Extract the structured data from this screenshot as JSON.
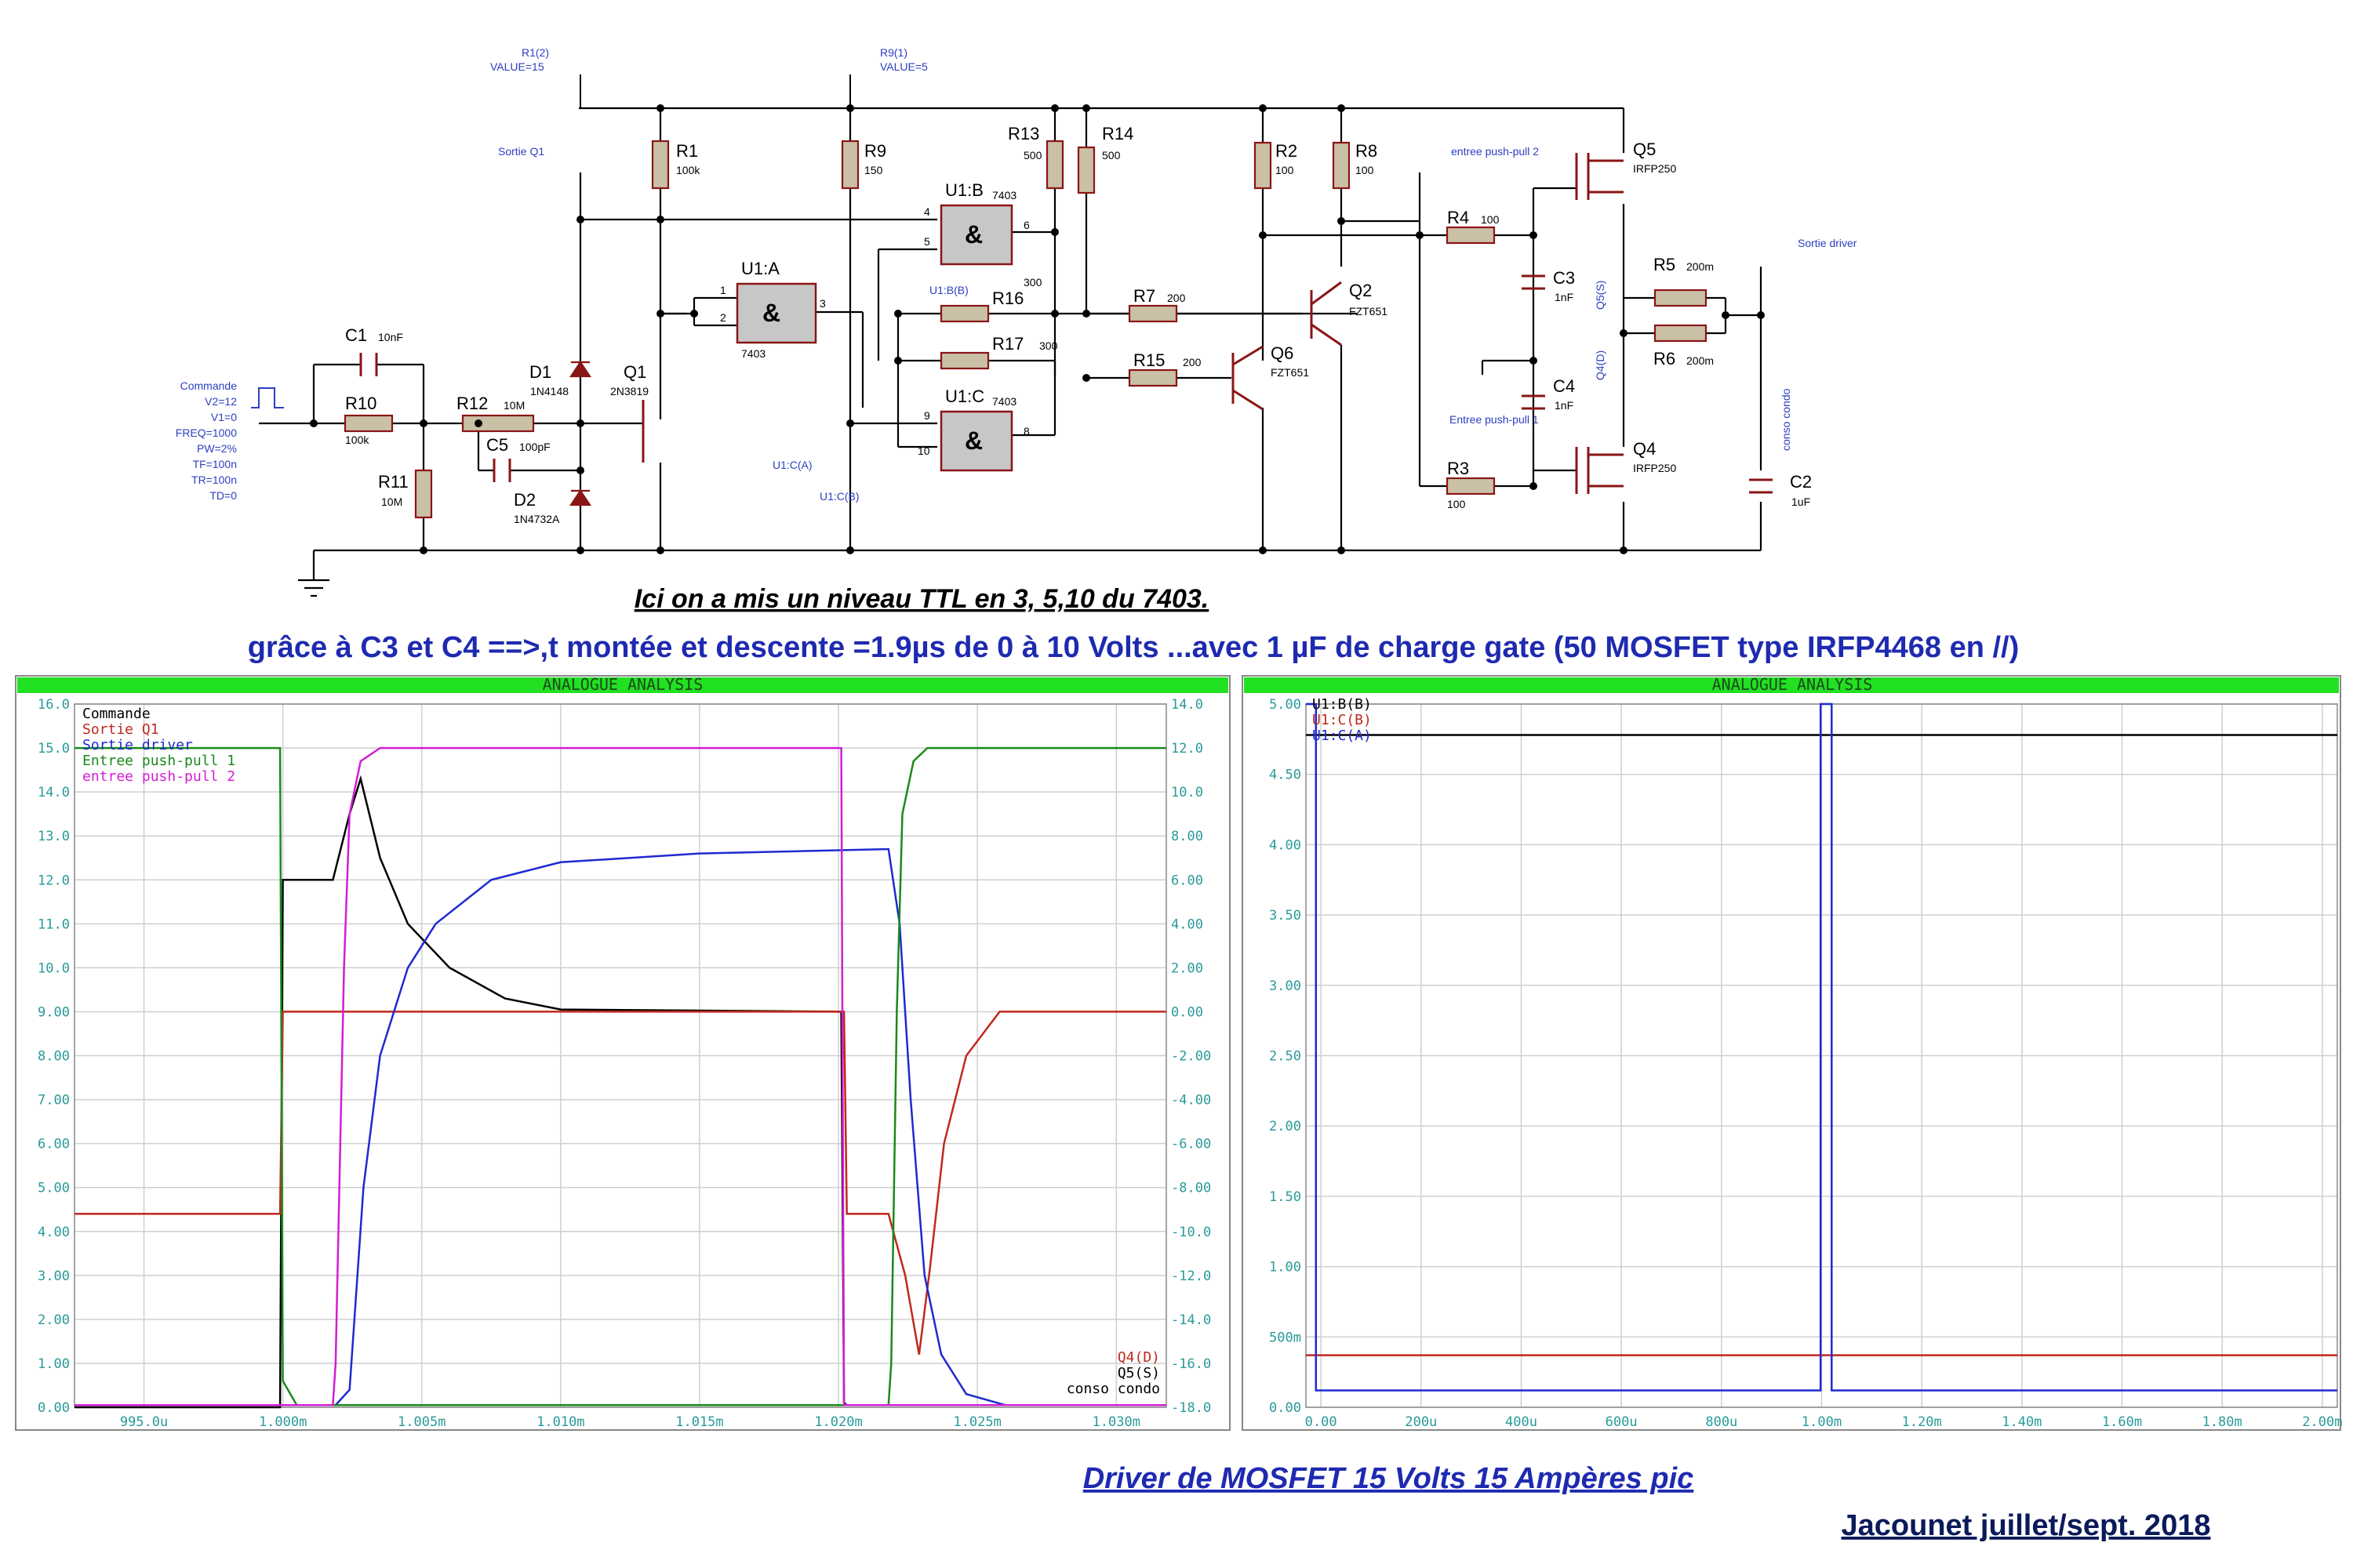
{
  "captions": {
    "ttl_note": "Ici on a mis un niveau TTL en  3, 5,10  du 7403.",
    "timing_note": "grâce à C3 et C4 ==>,t montée et descente =1.9µs de 0 à 10 Volts ...avec 1 µF de charge gate (50 MOSFET type IRFP4468 en //)",
    "title": "Driver de MOSFET 15 Volts  15  Ampères pic",
    "author": "Jacounet juillet/sept. 2018"
  },
  "schematic": {
    "components": [
      {
        "ref": "R1",
        "value": "100k"
      },
      {
        "ref": "R9",
        "value": "150"
      },
      {
        "ref": "R13",
        "value": "500"
      },
      {
        "ref": "R14",
        "value": "500"
      },
      {
        "ref": "R2",
        "value": "100"
      },
      {
        "ref": "R8",
        "value": "100"
      },
      {
        "ref": "R4",
        "value": "100"
      },
      {
        "ref": "R3",
        "value": "100"
      },
      {
        "ref": "R5",
        "value": "200m"
      },
      {
        "ref": "R6",
        "value": "200m"
      },
      {
        "ref": "R7",
        "value": "200"
      },
      {
        "ref": "R15",
        "value": "200"
      },
      {
        "ref": "R16",
        "value": "300"
      },
      {
        "ref": "R17",
        "value": "300"
      },
      {
        "ref": "R10",
        "value": "100k"
      },
      {
        "ref": "R11",
        "value": "10M"
      },
      {
        "ref": "R12",
        "value": "10M"
      },
      {
        "ref": "C1",
        "value": "10nF"
      },
      {
        "ref": "C5",
        "value": "100pF"
      },
      {
        "ref": "C3",
        "value": "1nF"
      },
      {
        "ref": "C4",
        "value": "1nF"
      },
      {
        "ref": "C2",
        "value": "1uF"
      },
      {
        "ref": "D1",
        "value": "1N4148"
      },
      {
        "ref": "D2",
        "value": "1N4732A"
      },
      {
        "ref": "Q1",
        "value": "2N3819"
      },
      {
        "ref": "Q2",
        "value": "FZT651"
      },
      {
        "ref": "Q6",
        "value": "FZT651"
      },
      {
        "ref": "Q5",
        "value": "IRFP250"
      },
      {
        "ref": "Q4",
        "value": "IRFP250"
      },
      {
        "ref": "U1:A",
        "value": "7403"
      },
      {
        "ref": "U1:B",
        "value": "7403"
      },
      {
        "ref": "U1:C",
        "value": "7403"
      }
    ],
    "sources": {
      "r1": [
        "R1(2)",
        "VALUE=15"
      ],
      "r9": [
        "R9(1)",
        "VALUE=5"
      ],
      "commande": [
        "Commande",
        "V2=12",
        "V1=0",
        "FREQ=1000",
        "PW=2%",
        "TF=100n",
        "TR=100n",
        "TD=0"
      ]
    },
    "probes": [
      "Sortie Q1",
      "entree push-pull 2",
      "Entree  push-pull  1",
      "Sortie driver",
      "U1:B(B)",
      "U1:C(A)",
      "U1:C(B)",
      "Q5(S)",
      "Q4(D)",
      "conso condo"
    ],
    "pins": [
      "4",
      "5",
      "6",
      "1",
      "2",
      "3",
      "9",
      "10",
      "8"
    ],
    "gate_symbols": [
      "&"
    ]
  },
  "chart_data": [
    {
      "type": "line",
      "title": "ANALOGUE ANALYSIS",
      "x_ticks": [
        "995.0u",
        "1.000m",
        "1.005m",
        "1.010m",
        "1.015m",
        "1.020m",
        "1.025m",
        "1.030m"
      ],
      "xlim": [
        0.0009925,
        0.0010318
      ],
      "left_axis": {
        "ticks": [
          "16.0",
          "15.0",
          "14.0",
          "13.0",
          "12.0",
          "11.0",
          "10.0",
          "9.00",
          "8.00",
          "7.00",
          "6.00",
          "5.00",
          "4.00",
          "3.00",
          "2.00",
          "1.00",
          "0.00"
        ],
        "ylim": [
          0,
          16
        ]
      },
      "right_axis": {
        "ticks": [
          "14.0",
          "12.0",
          "10.0",
          "8.00",
          "6.00",
          "4.00",
          "2.00",
          "0.00",
          "-2.00",
          "-4.00",
          "-6.00",
          "-8.00",
          "-10.0",
          "-12.0",
          "-14.0",
          "-16.0",
          "-18.0"
        ],
        "ylim": [
          -18,
          14
        ]
      },
      "legend": [
        {
          "name": "Commande",
          "color": "#000000"
        },
        {
          "name": "Sortie Q1",
          "color": "#c0281e"
        },
        {
          "name": "Sortie driver",
          "color": "#1e2ad0"
        },
        {
          "name": "Entree  push-pull  1",
          "color": "#1a8a1a"
        },
        {
          "name": "entree push-pull 2",
          "color": "#d21ed2"
        }
      ],
      "right_legend": [
        {
          "name": "Q4(D)",
          "color": "#c0281e"
        },
        {
          "name": "Q5(S)",
          "color": "#000000"
        },
        {
          "name": "conso condo",
          "color": "#000000"
        }
      ],
      "series": [
        {
          "name": "Commande",
          "axis": "left",
          "color": "#000000",
          "x": [
            0.0009925,
            0.0009999,
            0.001,
            0.001001,
            0.0010018,
            0.0010024,
            0.0010028,
            0.0010035,
            0.0010045,
            0.001006,
            0.001008,
            0.00101,
            0.00102,
            0.0010201,
            0.0010202,
            0.0010203,
            0.0010318
          ],
          "y": [
            0,
            0,
            12.0,
            12.0,
            12.0,
            13.5,
            14.3,
            12.5,
            11.0,
            10.0,
            9.3,
            9.05,
            9.0,
            9.0,
            0.1,
            0.05,
            0.05
          ]
        },
        {
          "name": "Sortie Q1",
          "axis": "left",
          "color": "#c0281e",
          "x": [
            0.0009925,
            0.0009999,
            0.001,
            0.0010202,
            0.0010203,
            0.0010218,
            0.0010224,
            0.0010229,
            0.0010233,
            0.0010238,
            0.0010246,
            0.0010258,
            0.0010318
          ],
          "y": [
            4.4,
            4.4,
            9.0,
            9.0,
            4.4,
            4.4,
            3.0,
            1.2,
            3.2,
            6.0,
            8.0,
            9.0,
            9.0
          ]
        },
        {
          "name": "Sortie driver",
          "axis": "left",
          "color": "#1e2ad0",
          "x": [
            0.0009925,
            0.0010019,
            0.0010024,
            0.0010029,
            0.0010035,
            0.0010045,
            0.0010055,
            0.0010075,
            0.00101,
            0.001015,
            0.0010218,
            0.0010222,
            0.0010226,
            0.0010231,
            0.0010237,
            0.0010246,
            0.001026,
            0.0010318
          ],
          "y": [
            0.05,
            0.05,
            0.4,
            5.0,
            8.0,
            10.0,
            11.0,
            12.0,
            12.4,
            12.6,
            12.7,
            11.0,
            7.0,
            3.0,
            1.2,
            0.3,
            0.05,
            0.05
          ]
        },
        {
          "name": "Entree  push-pull  1",
          "axis": "left",
          "color": "#1a8a1a",
          "x": [
            0.0009925,
            0.0009999,
            0.001,
            0.0010005,
            0.0010218,
            0.0010219,
            0.0010221,
            0.0010223,
            0.0010227,
            0.0010232,
            0.0010318
          ],
          "y": [
            15.0,
            15.0,
            0.6,
            0.05,
            0.05,
            1.0,
            9.0,
            13.5,
            14.7,
            15.0,
            15.0
          ]
        },
        {
          "name": "entree push-pull 2",
          "axis": "left",
          "color": "#d21ed2",
          "x": [
            0.0009925,
            0.0010018,
            0.0010019,
            0.0010022,
            0.0010024,
            0.0010028,
            0.0010035,
            0.0010201,
            0.0010202,
            0.0010318
          ],
          "y": [
            0.05,
            0.05,
            1.0,
            10.0,
            13.5,
            14.7,
            15.0,
            15.0,
            0.05,
            0.05
          ]
        }
      ]
    },
    {
      "type": "line",
      "title": "ANALOGUE ANALYSIS",
      "x_ticks": [
        "0.00",
        "200u",
        "400u",
        "600u",
        "800u",
        "1.00m",
        "1.20m",
        "1.40m",
        "1.60m",
        "1.80m",
        "2.00m"
      ],
      "xlim": [
        -3e-05,
        0.00203
      ],
      "y_ticks": [
        "5.00",
        "4.50",
        "4.00",
        "3.50",
        "3.00",
        "2.50",
        "2.00",
        "1.50",
        "1.00",
        "500m",
        "0.00"
      ],
      "ylim": [
        0,
        5
      ],
      "legend": [
        {
          "name": "U1:B(B)",
          "color": "#000000"
        },
        {
          "name": "U1:C(B)",
          "color": "#c0281e"
        },
        {
          "name": "U1:C(A)",
          "color": "#1e2ad0"
        }
      ],
      "series": [
        {
          "name": "U1:B(B)",
          "color": "#000000",
          "x": [
            -3e-05,
            0.00203
          ],
          "y": [
            4.78,
            4.78
          ]
        },
        {
          "name": "U1:C(B)",
          "color": "#c0281e",
          "x": [
            -3e-05,
            0.00203
          ],
          "y": [
            0.37,
            0.37
          ]
        },
        {
          "name": "U1:C(A)",
          "color": "#1e2ad0",
          "x": [
            -3e-05,
            -1e-05,
            -1e-05,
            1e-05,
            1e-05,
            0.000998,
            0.000998,
            0.00102,
            0.00102,
            0.00203
          ],
          "y": [
            5.0,
            5.0,
            0.12,
            0.12,
            0.12,
            0.12,
            5.0,
            5.0,
            0.12,
            0.12
          ]
        }
      ]
    }
  ]
}
